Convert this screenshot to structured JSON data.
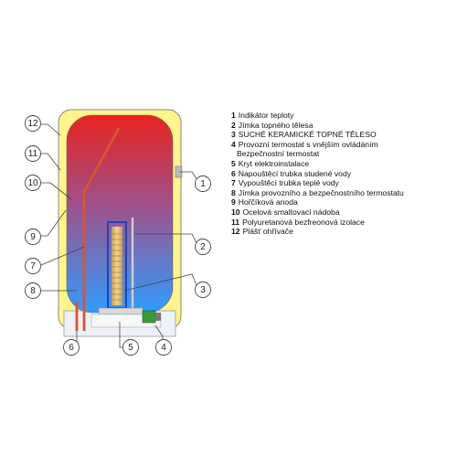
{
  "callouts": [
    "1",
    "2",
    "3",
    "4",
    "5",
    "6",
    "7",
    "8",
    "9",
    "10",
    "11",
    "12"
  ],
  "legend": [
    {
      "num": "1",
      "text": "Indikátor teploty"
    },
    {
      "num": "2",
      "text": "Jímka topného tělesa"
    },
    {
      "num": "3",
      "text": "SUCHÉ KERAMICKÉ TOPNÉ TĚLESO"
    },
    {
      "num": "4",
      "text": "Provozní termostat s vnějším ovládáním",
      "cont": "Bezpečnostní termostat"
    },
    {
      "num": "5",
      "text": "Kryt elektroinstalace"
    },
    {
      "num": "6",
      "text": "Napouštěcí trubka studené vody"
    },
    {
      "num": "7",
      "text": "Vypouštěcí trubka teplé vody"
    },
    {
      "num": "8",
      "text": "Jímka provozního a bezpečnostního termostatu"
    },
    {
      "num": "9",
      "text": "Hořčíková anoda"
    },
    {
      "num": "10",
      "text": "Ocelová smaltovací nádoba"
    },
    {
      "num": "11",
      "text": "Polyuretanová bezfreonová izolace"
    },
    {
      "num": "12",
      "text": "Plášť ohřívače"
    }
  ],
  "colors": {
    "shell": "#fff58a",
    "tank_hot": "#e8231f",
    "tank_cold": "#2f9cff",
    "base": "#eef1f8",
    "pipe": "#d9562a",
    "element_frame": "#2243b5",
    "element_core": "#d9b36a",
    "thermostat": "#3a9a3a"
  }
}
